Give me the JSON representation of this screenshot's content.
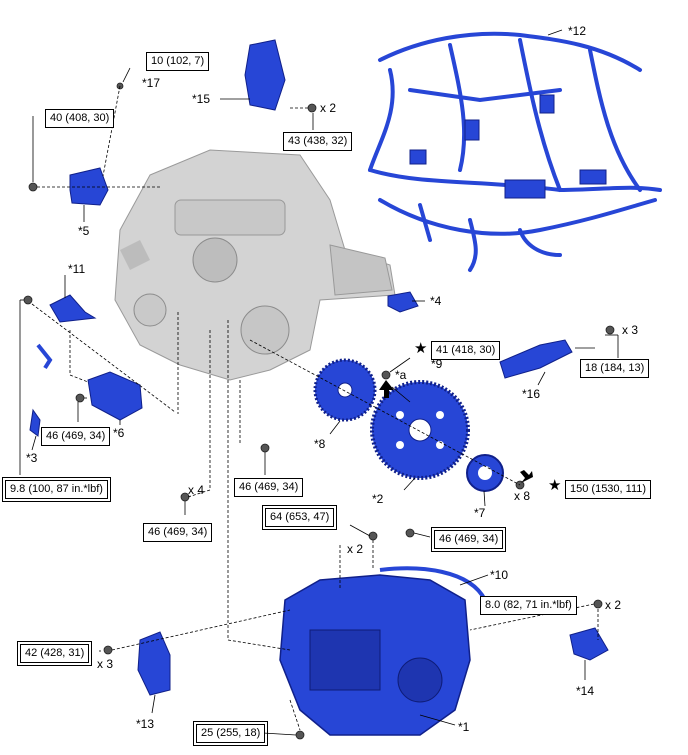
{
  "colors": {
    "part_blue": "#2746d6",
    "part_dark": "#10208a",
    "engine_gray": "#d3d3d3",
    "line": "#000000"
  },
  "callouts": {
    "c1": "*1",
    "c2": "*2",
    "c3": "*3",
    "c4": "*4",
    "c5": "*5",
    "c6": "*6",
    "c7": "*7",
    "c8": "*8",
    "c9": "*9",
    "c10": "*10",
    "c11": "*11",
    "c12": "*12",
    "c13": "*13",
    "c14": "*14",
    "c15": "*15",
    "c16": "*16",
    "c17": "*17",
    "ca": "*a"
  },
  "quantities": {
    "q_15": "x 2",
    "q_16": "x 3",
    "q_flywheel": "x 8",
    "q_left": "x 4",
    "q_mid": "x 2",
    "q_mount": "x 3",
    "q_14": "x 2"
  },
  "torques": {
    "t_17": "10 (102, 7)",
    "t_5": "40 (408, 30)",
    "t_15": "43 (438, 32)",
    "t_9": "41 (418, 30)",
    "t_16": "18 (184, 13)",
    "t_6": "46 (469, 34)",
    "t_11": "9.8 (100, 87 in.*lbf)",
    "t_center": "46 (469, 34)",
    "t_flywheel": "150 (1530, 111)",
    "t_lower": "46 (469, 34)",
    "t_mid": "64 (653, 47)",
    "t_right": "46 (469, 34)",
    "t_14": "8.0 (82, 71 in.*lbf)",
    "t_mount": "42 (428, 31)",
    "t_bottom": "25 (255, 18)"
  },
  "symbols": {
    "star": "★"
  }
}
